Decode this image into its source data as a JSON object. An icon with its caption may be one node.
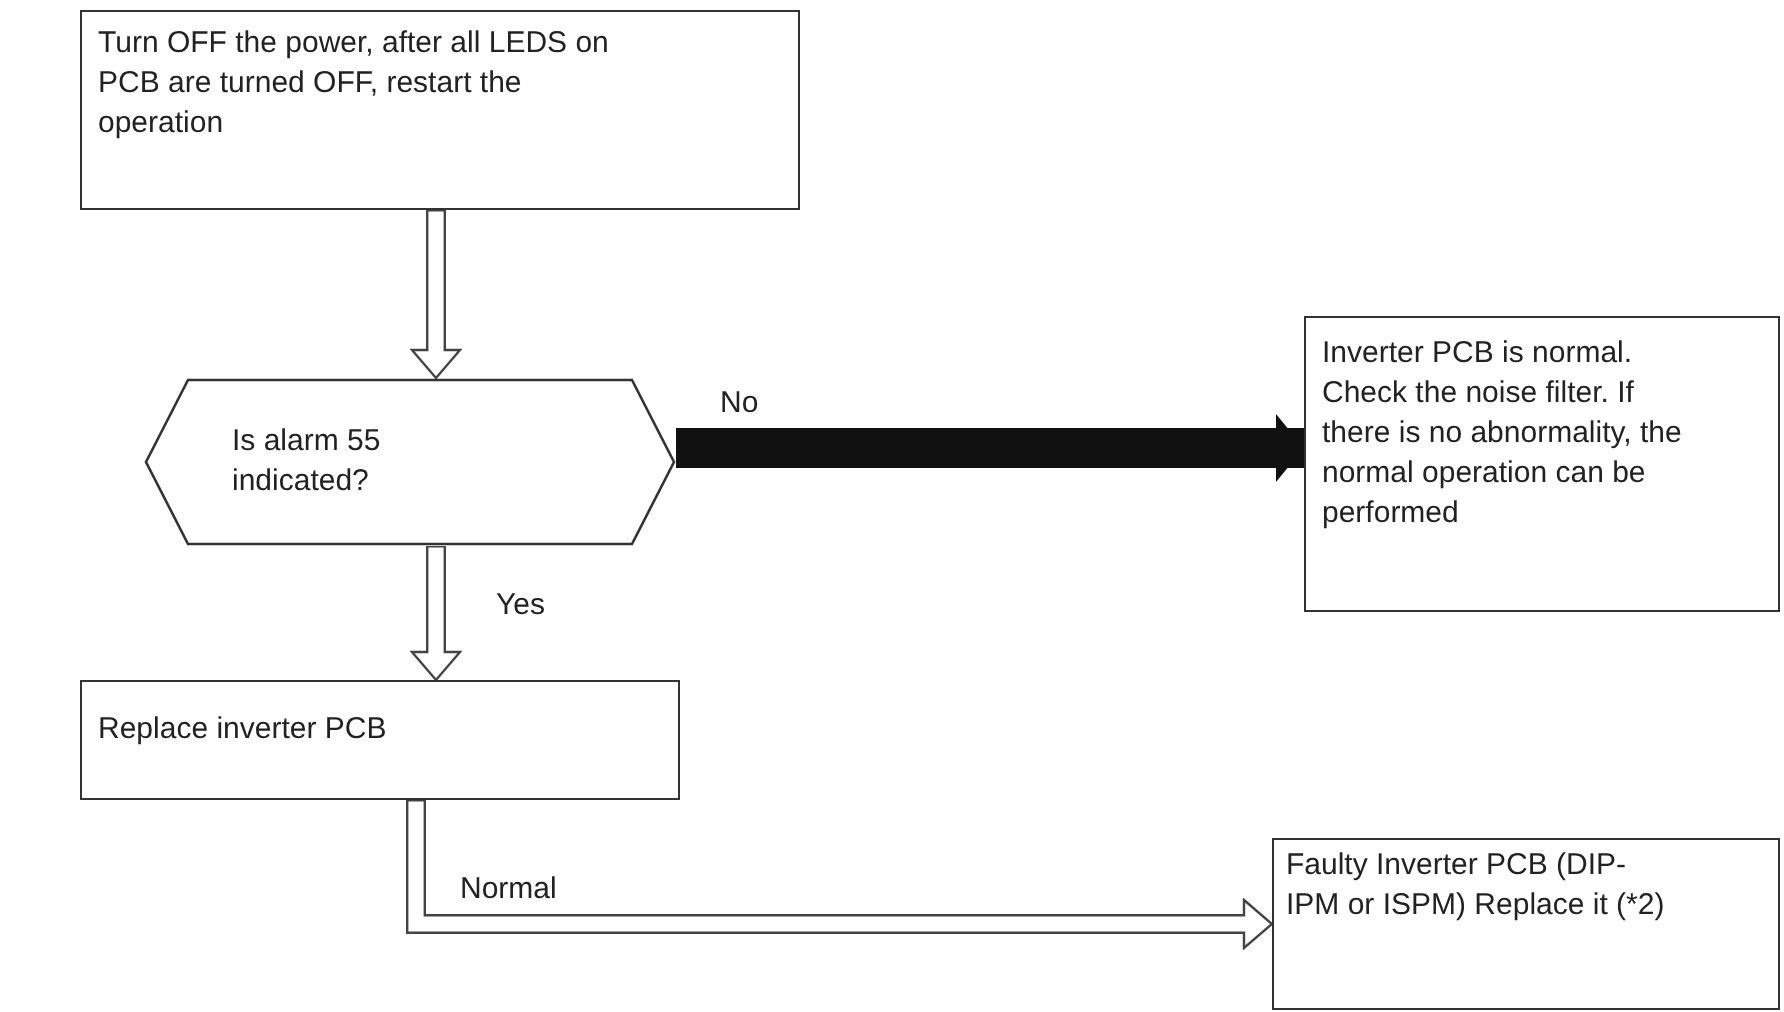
{
  "diagram": {
    "nodes": [
      {
        "text": [
          "Turn OFF the power, after all LEDS on PCB are turned OFF, restart the operation"
        ]
      },
      {
        "text": [
          "Is alarm 55 indicated?"
        ]
      },
      {
        "text": [
          "Inverter PCB is normal. Check the noise filter. If there is no abnormality, the normal operation can be performed"
        ]
      },
      {
        "text": [
          "Replace inverter PCB"
        ]
      },
      {
        "text": [
          "Faulty Inverter PCB (DIP-IPM or ISPM) Replace it (*2)"
        ]
      }
    ],
    "edges": [
      {
        "from": 0,
        "to": 1,
        "arrow": "to"
      },
      {
        "from": 1,
        "to": 2,
        "arrow": "to",
        "label": "No",
        "style": "thick"
      },
      {
        "from": 1,
        "to": 3,
        "arrow": "to",
        "label": "Yes"
      },
      {
        "from": 3,
        "to": 4,
        "arrow": "to",
        "label": "Normal"
      }
    ]
  }
}
